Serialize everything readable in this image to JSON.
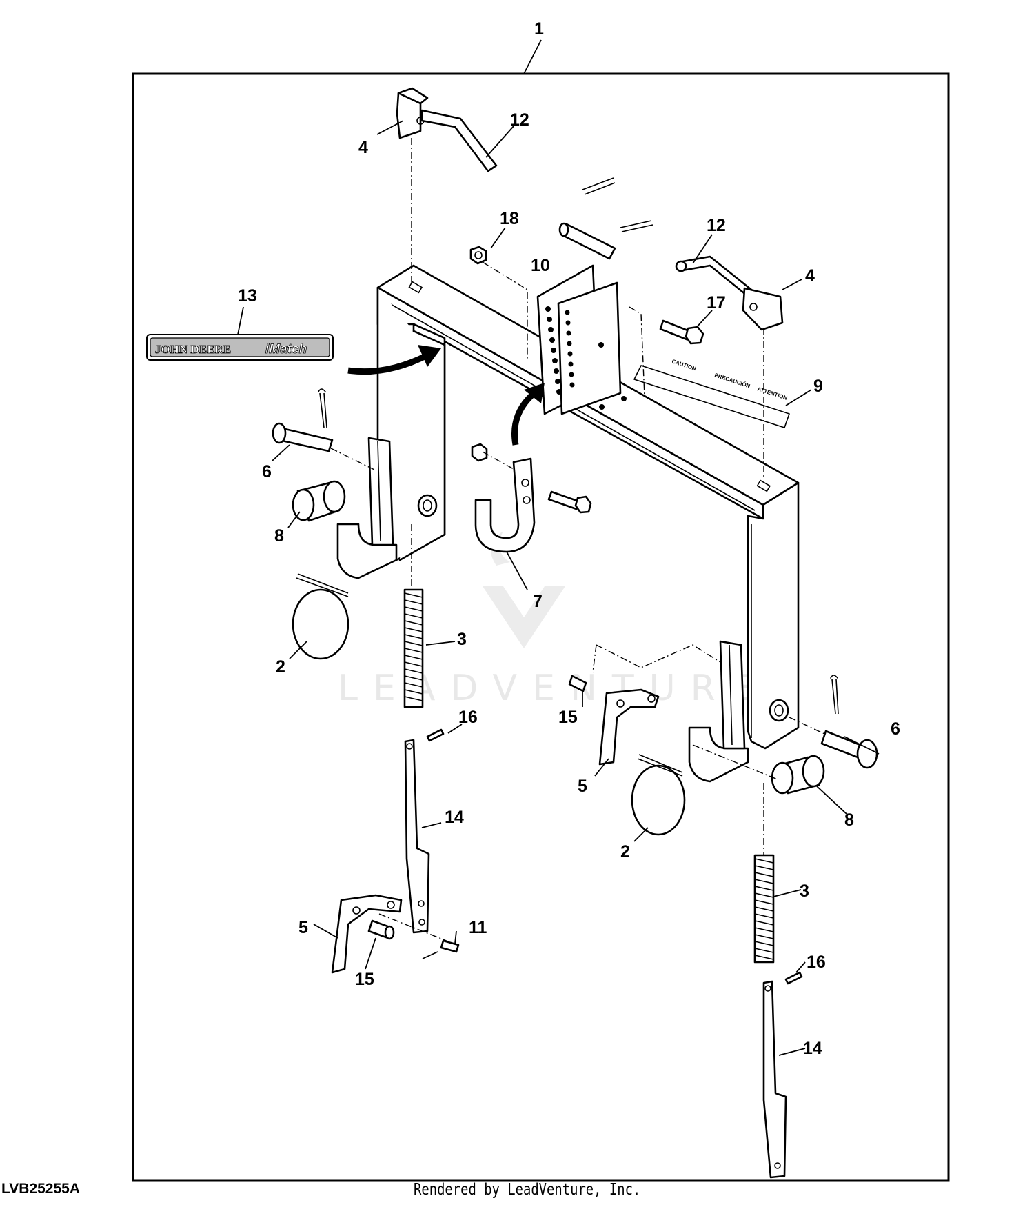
{
  "figure_id": "LVB25255A",
  "render_credit": "Rendered by LeadVenture, Inc.",
  "watermark_text": "LEADVENTURE",
  "decal": {
    "brand": "JOHN DEERE",
    "product": "iMatch"
  },
  "caution_label": [
    "CAUTION",
    "PRECAUCIÓN",
    "ATTENTION"
  ],
  "callouts": {
    "c1": "1",
    "c2a": "2",
    "c2b": "2",
    "c3a": "3",
    "c3b": "3",
    "c4a": "4",
    "c4b": "4",
    "c5a": "5",
    "c5b": "5",
    "c6a": "6",
    "c6b": "6",
    "c7": "7",
    "c8a": "8",
    "c8b": "8",
    "c9": "9",
    "c10": "10",
    "c11": "11",
    "c12a": "12",
    "c12b": "12",
    "c13": "13",
    "c14a": "14",
    "c14b": "14",
    "c15a": "15",
    "c15b": "15",
    "c16a": "16",
    "c16b": "16",
    "c17": "17",
    "c18": "18"
  }
}
